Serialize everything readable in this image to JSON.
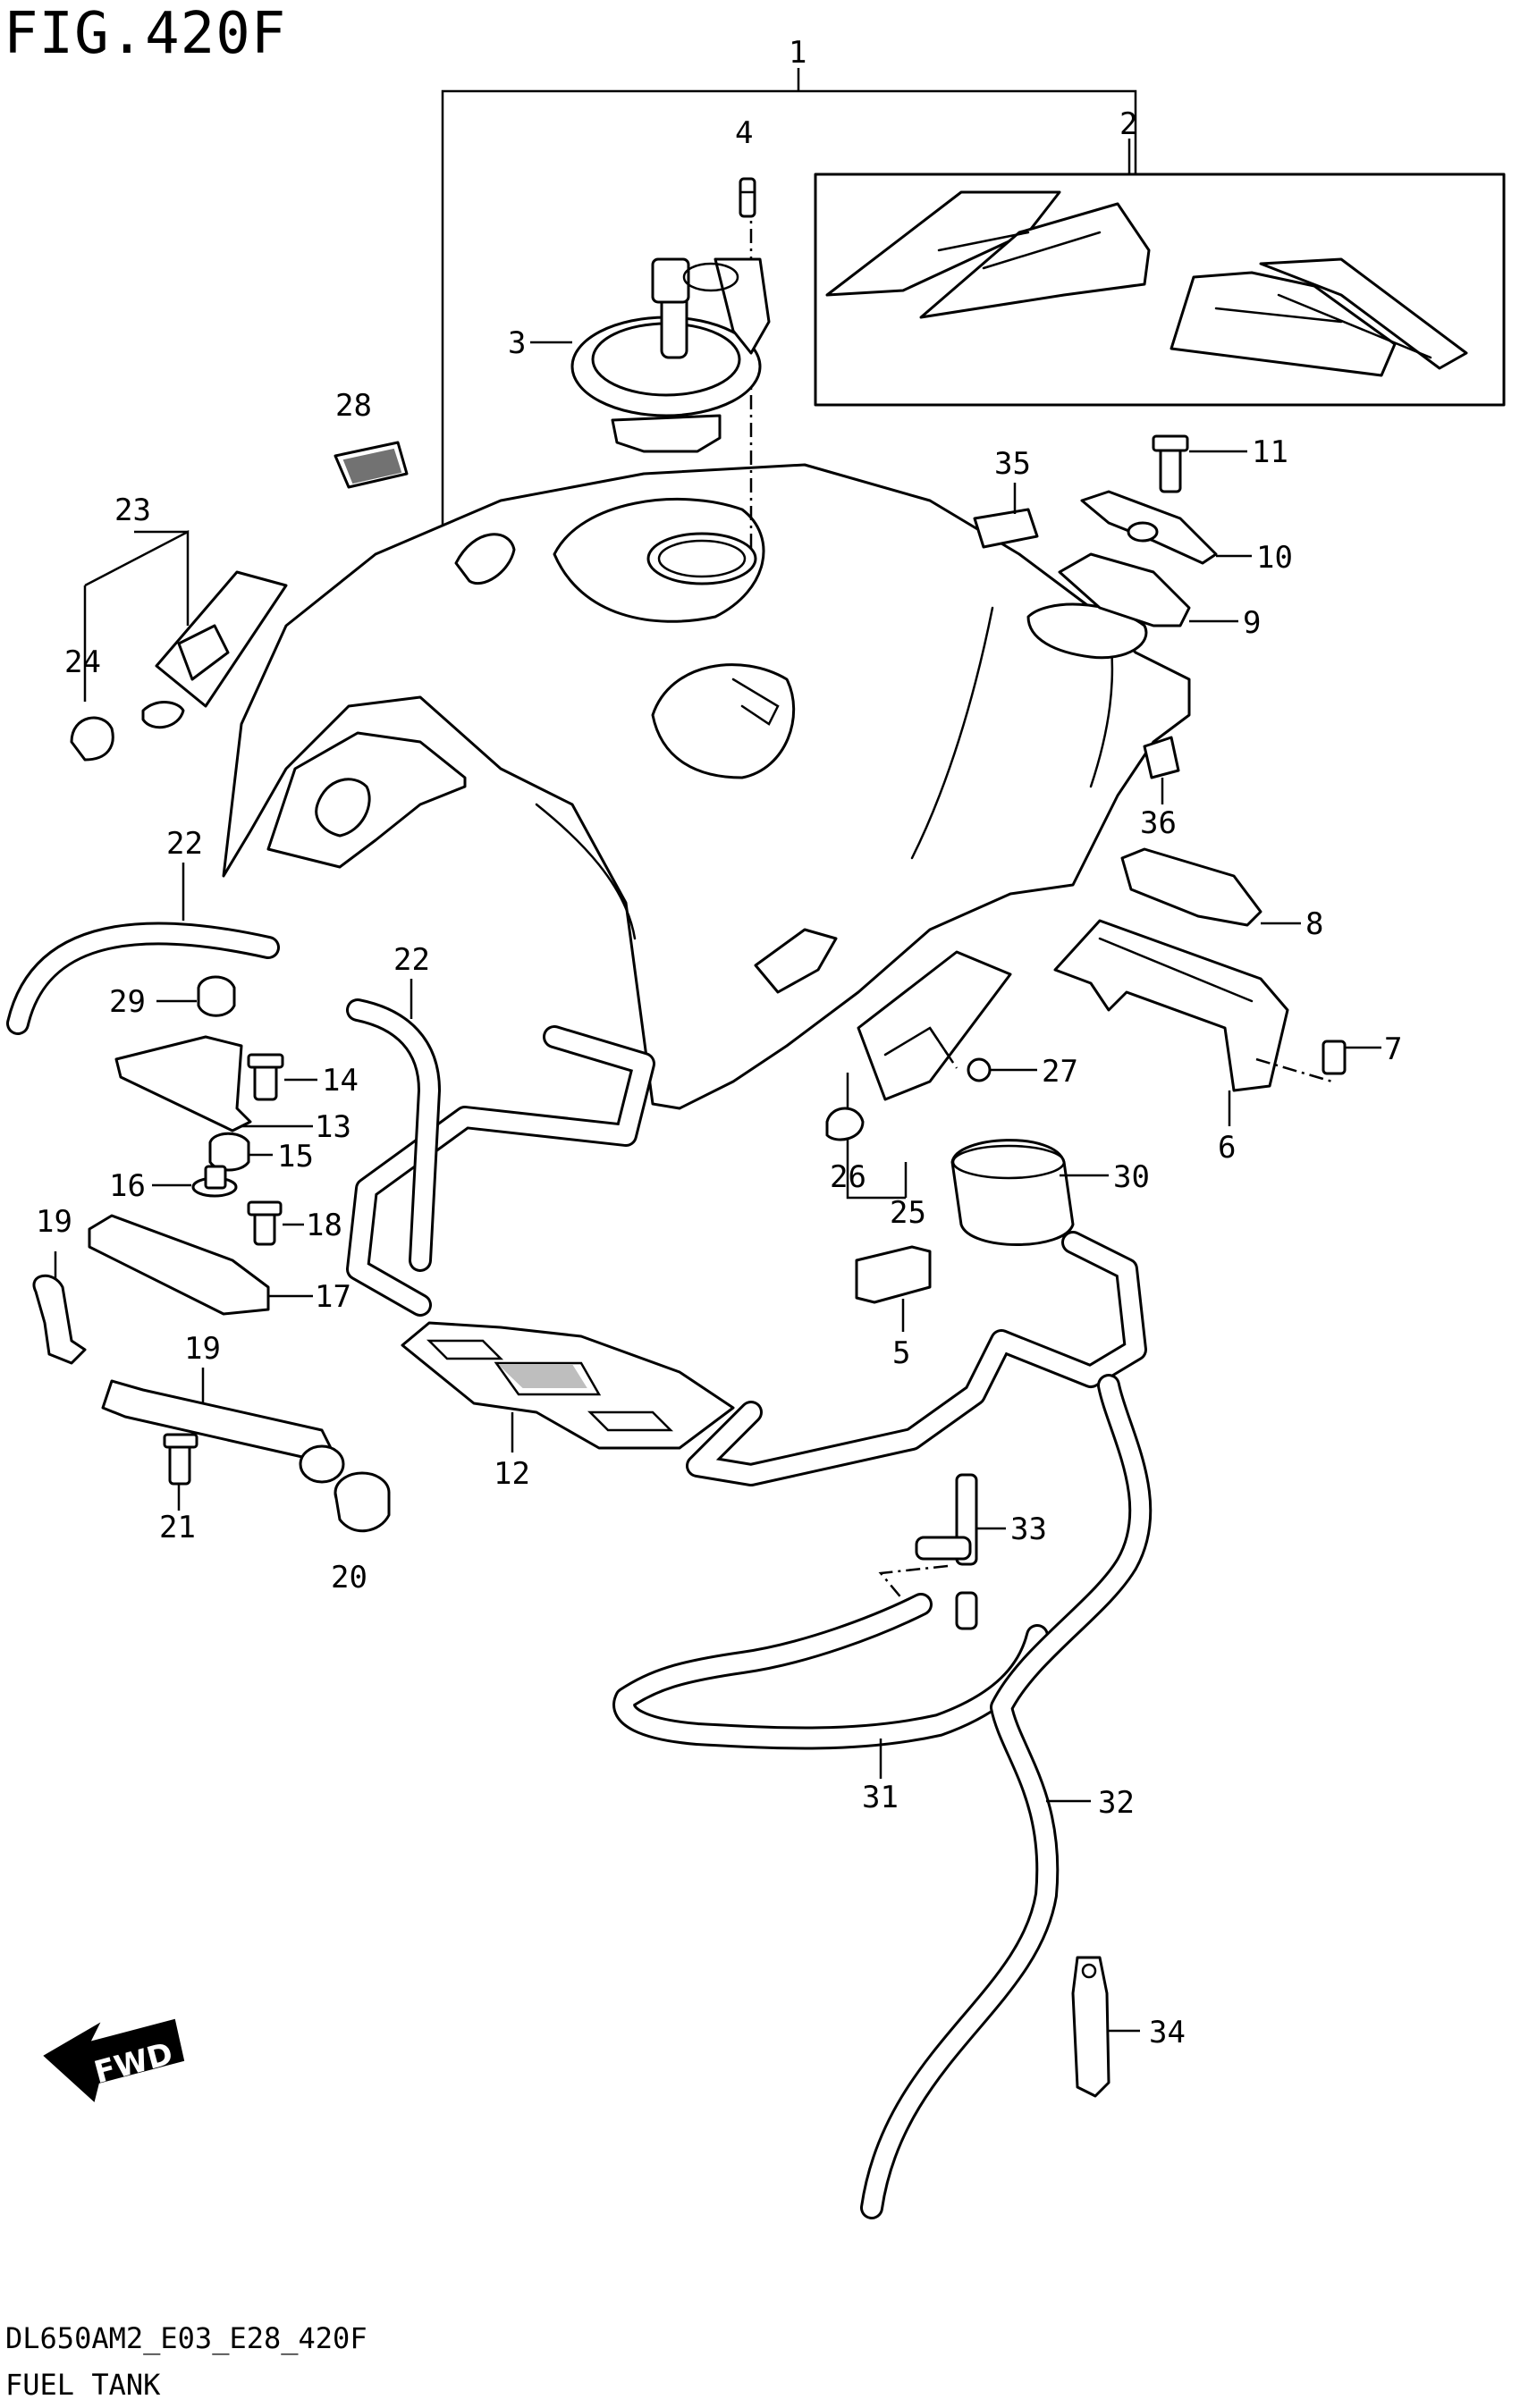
{
  "figure": {
    "title": "FIG.420F",
    "model_code": "DL650AM2_E03_E28_420F",
    "caption": "FUEL TANK",
    "forward_badge": "FWD"
  },
  "callouts": [
    "1",
    "2",
    "3",
    "4",
    "5",
    "6",
    "7",
    "8",
    "9",
    "10",
    "11",
    "12",
    "13",
    "14",
    "15",
    "16",
    "17",
    "18",
    "19",
    "20",
    "21",
    "22",
    "23",
    "24",
    "25",
    "26",
    "27",
    "28",
    "29",
    "30",
    "31",
    "32",
    "33",
    "34",
    "35",
    "36"
  ],
  "callout_19_second": "19",
  "callout_22_second": "22",
  "colors": {
    "ink": "#000000",
    "paper": "#ffffff"
  }
}
